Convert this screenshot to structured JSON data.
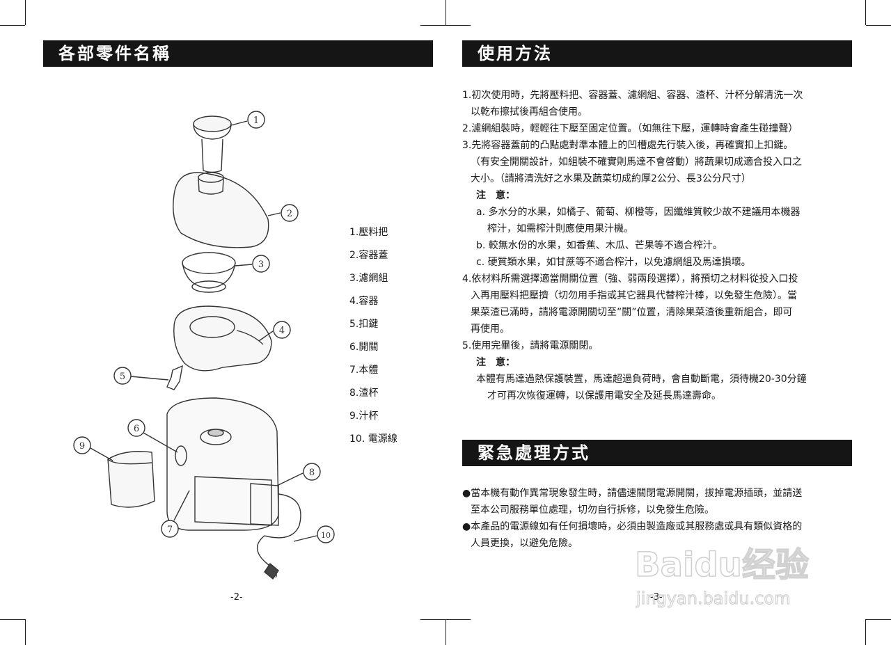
{
  "left": {
    "heading": "各部零件名稱",
    "parts": [
      "1.壓料把",
      "2.容器蓋",
      "3.濾網組",
      "4.容器",
      "5.扣鍵",
      "6.開關",
      "7.本體",
      "8.渣杯",
      "9.汁杯",
      "10. 電源線"
    ],
    "callouts": [
      "1",
      "2",
      "3",
      "4",
      "5",
      "6",
      "7",
      "8",
      "9",
      "10"
    ],
    "page_no": "-2-"
  },
  "right": {
    "heading": "使用方法",
    "lines": [
      "1.初次使用時，先將壓料把、容器蓋、濾網組、容器、渣杯、汁杯分解清洗一次",
      "以乾布擦拭後再組合使用。",
      "2.濾網組裝時，輕輕往下壓至固定位置。（如無往下壓，運轉時會產生碰撞聲）",
      "3.先將容器蓋前的凸點處對準本體上的凹槽處先行裝入後，再確實扣上扣鍵。",
      "（有安全開關設計，如組裝不確實則馬達不會啓動）將蔬果切成適合投入口之",
      "大小。（請將清洗好之水果及蔬菜切成約厚2公分、長3公分尺寸）",
      "注　意：",
      "a. 多水分的水果，如橘子、葡萄、柳橙等，因纖維質較少故不建議用本機器",
      "榨汁，如需榨汁則應使用果汁機。",
      "b. 較無水份的水果，如香蕉、木瓜、芒果等不適合榨汁。",
      "c. 硬質類水果，如甘蔗等不適合榨汁，以免濾網組及馬達損壞。",
      "4.依材料所需選擇適當開關位置（強、弱兩段選擇），將預切之材料從投入口投",
      "入再用壓料把壓擠（切勿用手指或其它器具代替榨汁棒，以免發生危險）。當",
      "果菜渣已滿時，請將電源開關切至”關”位置，清除果菜渣後重新組合，即可",
      "再使用。",
      "5.使用完畢後，請將電源關閉。",
      "注　意：",
      "本體有馬達過熱保護裝置，馬達超過負荷時，會自動斷電，須待機20-30分鐘",
      "才可再次恢復運轉，以保護用電安全及延長馬達壽命。"
    ],
    "heading2": "緊急處理方式",
    "lines2": [
      "●當本機有動作異常現象發生時，請儘速關閉電源開關，拔掉電源插頭，並請送",
      "至本公司服務單位處理，切勿自行拆修，以免發生危險。",
      "●本產品的電源線如有任何損壞時，必須由製造廠或其服務處或具有類似資格的",
      "人員更換，以避免危險。"
    ],
    "page_no": "-3-"
  },
  "watermark": {
    "brand": "Baidu经验",
    "url": "jingyan.baidu.com"
  }
}
